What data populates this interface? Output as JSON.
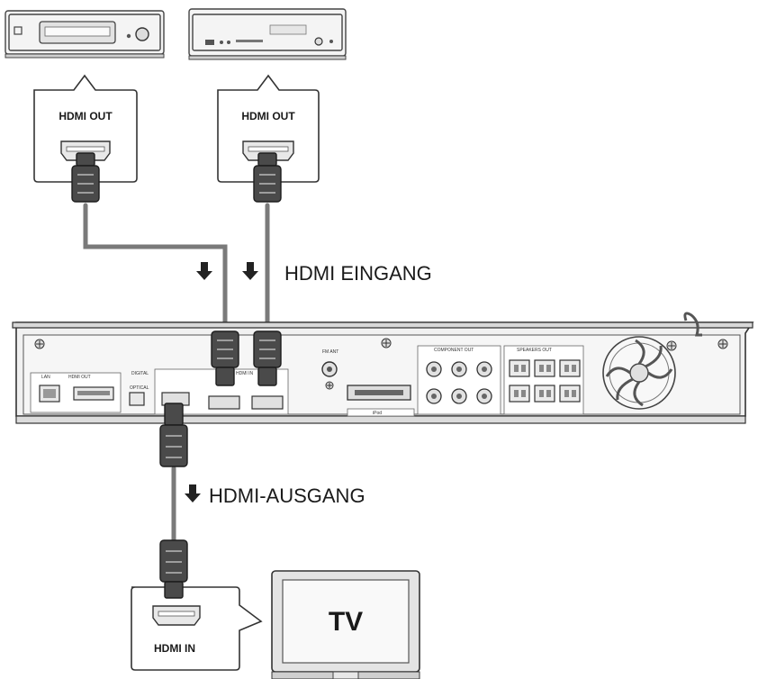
{
  "labels": {
    "hdmi_out_1": "HDMI OUT",
    "hdmi_out_2": "HDMI OUT",
    "hdmi_eingang": "HDMI EINGANG",
    "hdmi_ausgang": "HDMI-AUSGANG",
    "hdmi_in": "HDMI  IN",
    "tv": "TV"
  },
  "panel_labels": {
    "lan": "LAN",
    "hdmi_out": "HDMI OUT",
    "digital_audio_in": "DIGITAL",
    "optical": "OPTICAL",
    "hdmi_in": "HDMI IN",
    "fm_ant": "FM ANT",
    "component_out": "COMPONENT OUT",
    "speakers_out": "SPEAKERS OUT",
    "ipod": "iPod"
  },
  "icons": [
    "down-arrow-icon",
    "hdmi-plug-icon",
    "hdmi-port-icon",
    "cooling-fan-icon",
    "screw-icon"
  ],
  "colors": {
    "cable": "#7a7a7a",
    "plug": "#4a4a4a",
    "outline": "#333333"
  }
}
